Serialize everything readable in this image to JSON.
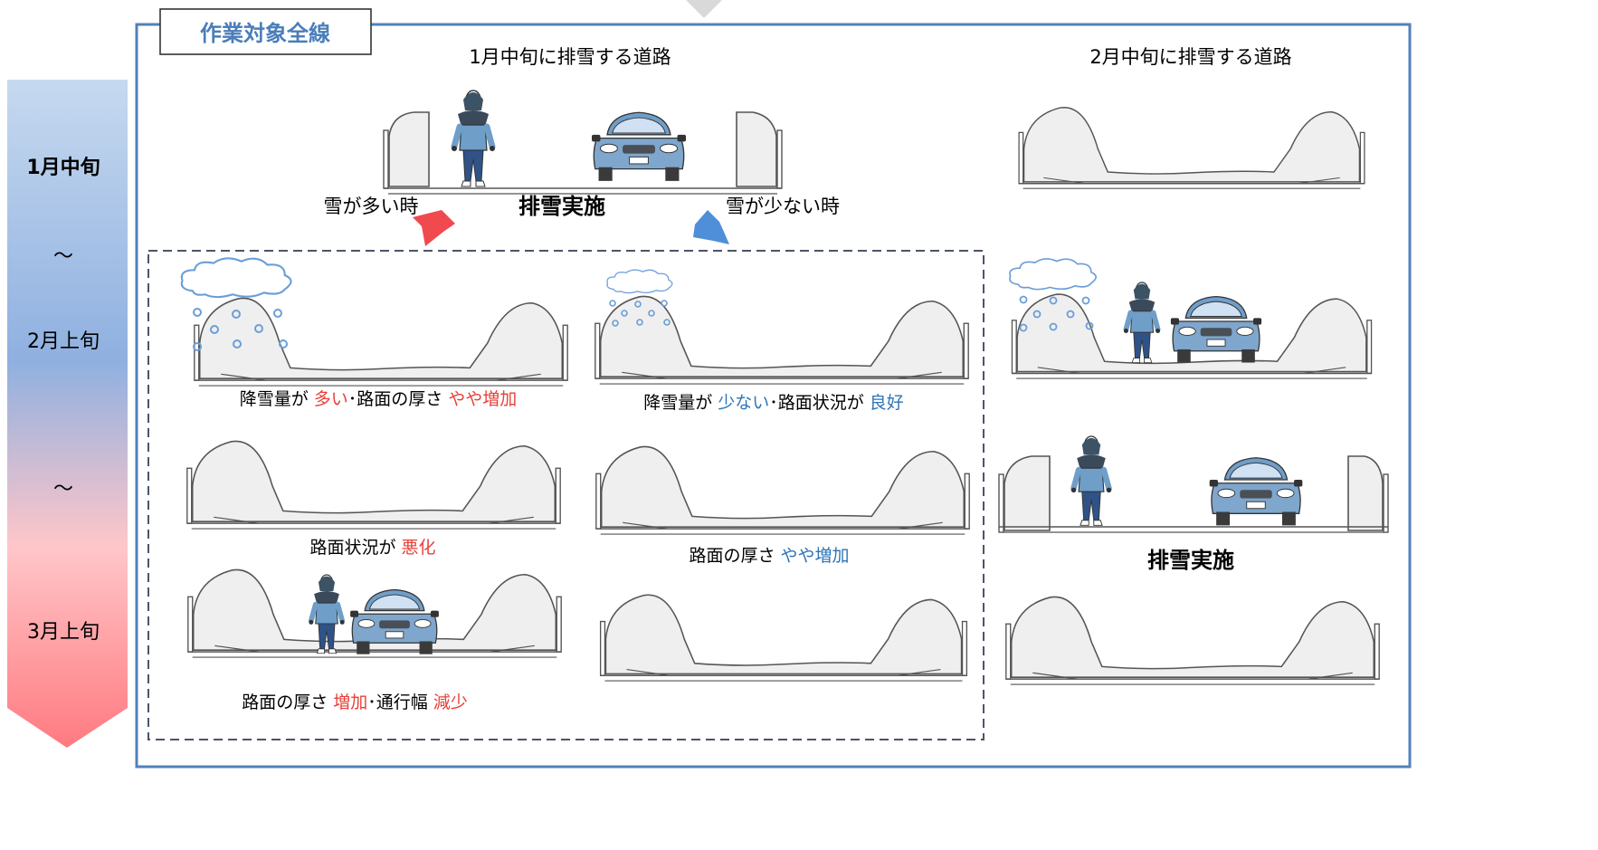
{
  "title_tab": "作業対象全線",
  "timeline": {
    "labels": [
      "1月中旬",
      "〜",
      "2月上旬",
      "〜",
      "3月上旬"
    ]
  },
  "columns": {
    "jan_header": "1月中旬に排雪する道路",
    "feb_header": "2月中旬に排雪する道路"
  },
  "jan_section": {
    "clearing_label": "排雪実施",
    "many_snow_label": "雪が多い時",
    "little_snow_label": "雪が少ない時"
  },
  "heavy_case": {
    "caption1": {
      "pre": "降雪量が ",
      "hi1": "多い",
      "mid": "･路面の厚さ ",
      "hi2": "やや増加"
    },
    "caption2": {
      "pre": "路面状況が ",
      "hi1": "悪化"
    },
    "caption3": {
      "pre": "路面の厚さ ",
      "hi1": "増加",
      "mid": "･通行幅 ",
      "hi2": "減少"
    }
  },
  "light_case": {
    "caption1": {
      "pre": "降雪量が ",
      "hi1": "少ない",
      "mid": "･路面状況が ",
      "hi2": "良好"
    },
    "caption2": {
      "pre": "路面の厚さ ",
      "hi1": "やや増加"
    }
  },
  "feb_section": {
    "clearing_label": "排雪実施"
  },
  "colors": {
    "frame_blue": "#4f81bd",
    "title_blue": "#4a7ebb",
    "red_text": "#e8413a",
    "blue_text": "#2e75b6",
    "red_arrow": "#f04a4f",
    "blue_arrow": "#4f8ed8",
    "timeline_top": "#c6d9ef",
    "timeline_mid": "#8fb0e0",
    "timeline_pink": "#ffc6c9",
    "timeline_bottom": "#ff7a80"
  },
  "icons": [
    "snow-cloud-icon",
    "pedestrian-icon",
    "car-icon",
    "snow-bank-icon"
  ]
}
